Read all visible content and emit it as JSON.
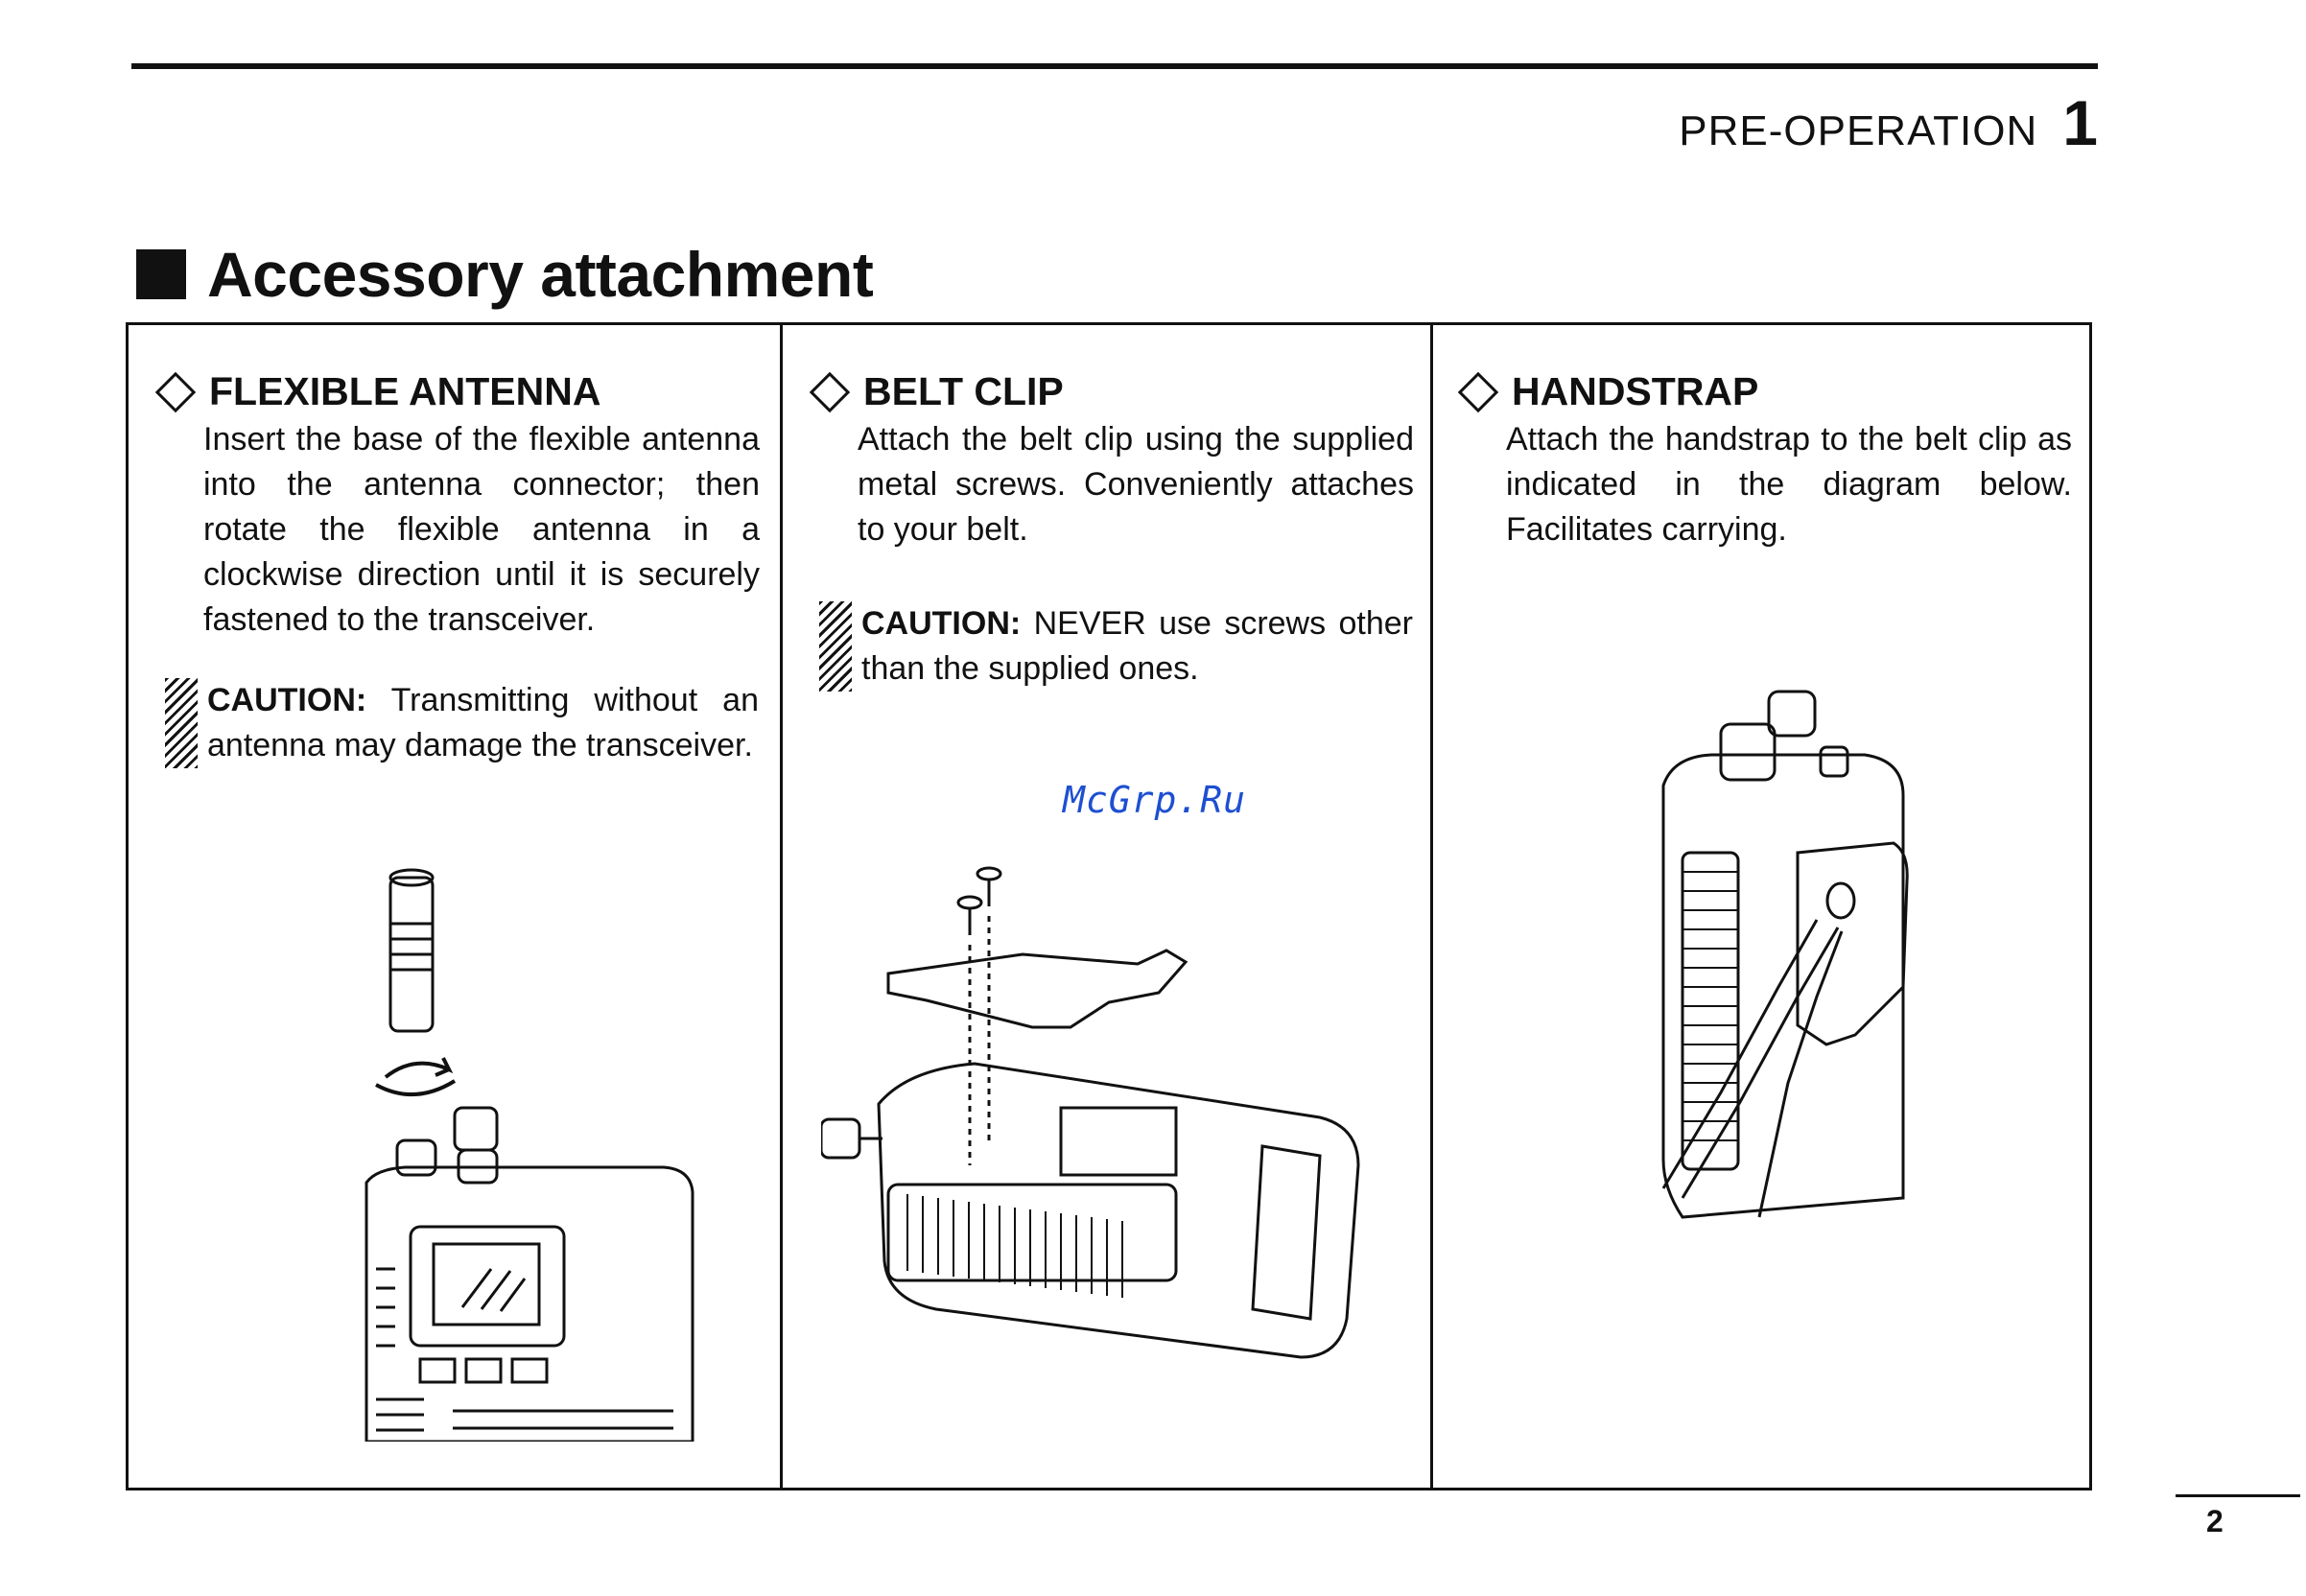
{
  "header": {
    "section_title": "PRE-OPERATION",
    "section_number": "1"
  },
  "page_heading": "Accessory attachment",
  "panels": [
    {
      "title": "FLEXIBLE ANTENNA",
      "body": "Insert the base of the flexible antenna into the antenna connector; then rotate the flexible antenna in a clockwise direction until it is securely fastened to the transceiver.",
      "caution_label": "CAUTION:",
      "caution_text": " Transmitting without an antenna may damage the transceiver.",
      "figure_icon": "antenna-radio-illustration"
    },
    {
      "title": "BELT CLIP",
      "body": "Attach the belt clip using the supplied metal screws. Conveniently attaches to your belt.",
      "caution_label": "CAUTION:",
      "caution_text": " NEVER use screws other than the supplied ones.",
      "figure_icon": "belt-clip-illustration"
    },
    {
      "title": "HANDSTRAP",
      "body": "Attach the handstrap to the belt clip as indicated in the diagram below. Facilitates carrying.",
      "figure_icon": "handstrap-illustration"
    }
  ],
  "watermark": "McGrp.Ru",
  "page_number": "2"
}
